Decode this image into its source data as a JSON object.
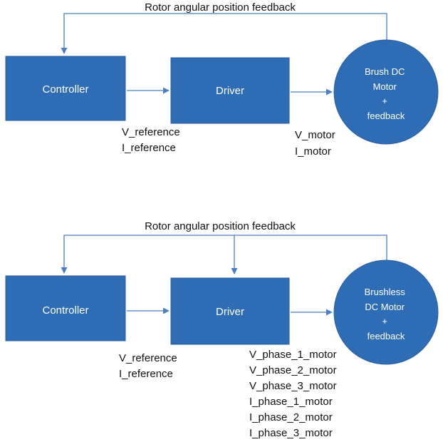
{
  "top": {
    "feedback_label": "Rotor angular position feedback",
    "controller_label": "Controller",
    "driver_label": "Driver",
    "motor_lines": [
      "Brush DC",
      "Motor",
      "+",
      "feedback"
    ],
    "controller_signals": [
      "V_reference",
      "I_reference"
    ],
    "driver_signals": [
      "V_motor",
      "I_motor"
    ]
  },
  "bottom": {
    "feedback_label": "Rotor angular position feedback",
    "controller_label": "Controller",
    "driver_label": "Driver",
    "motor_lines": [
      "Brushless",
      "DC Motor",
      "+",
      "feedback"
    ],
    "controller_signals": [
      "V_reference",
      "I_reference"
    ],
    "driver_signals": [
      "V_phase_1_motor",
      "V_phase_2_motor",
      "V_phase_3_motor",
      "I_phase_1_motor",
      "I_phase_2_motor",
      "I_phase_3_motor"
    ]
  }
}
